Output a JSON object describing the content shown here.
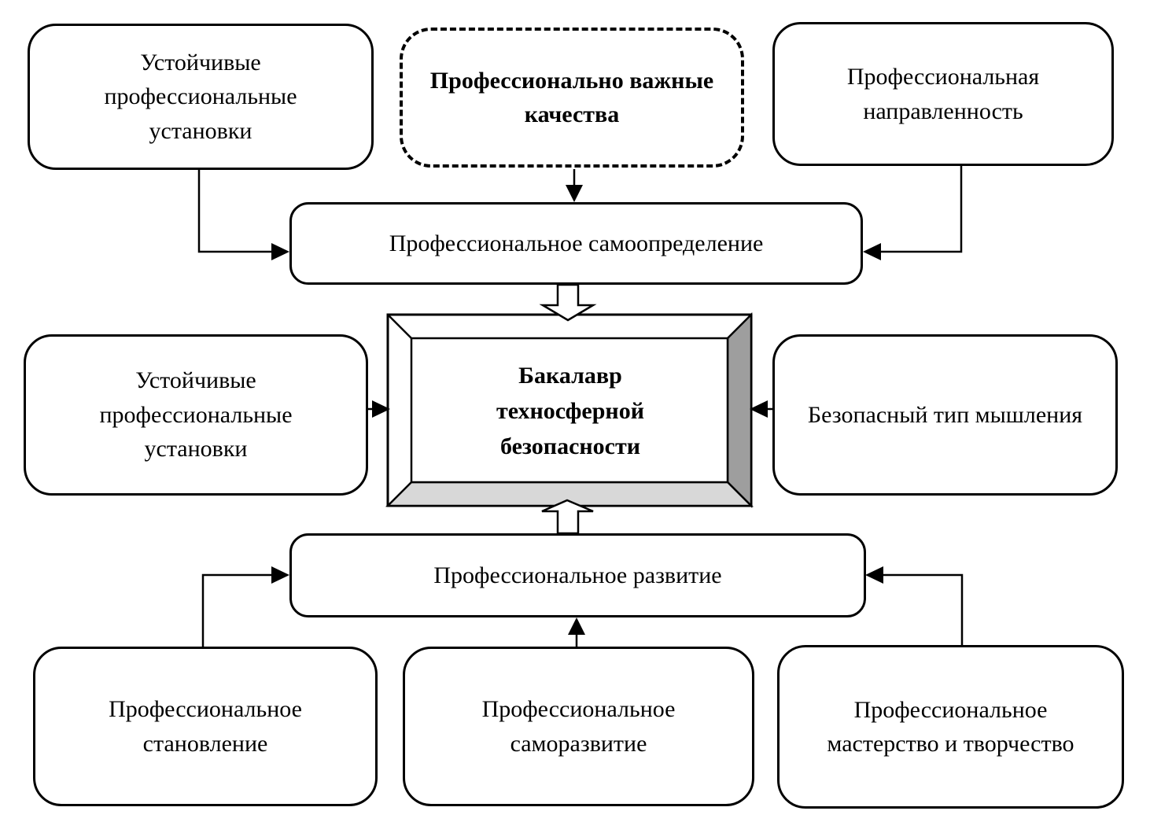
{
  "nodes": {
    "top_left": {
      "label": "Устойчивые профессиональные установки"
    },
    "important_qualities": {
      "label": "Профессионально важные качества"
    },
    "orientation": {
      "label": "Профессиональная направленность"
    },
    "self_determination": {
      "label": "Профессиональное самоопределение"
    },
    "bachelor": {
      "lines": [
        "Бакалавр",
        "техносферной",
        "безопасности"
      ]
    },
    "stable_attitudes": {
      "label": "Устойчивые профессиональные установки"
    },
    "safe_thinking": {
      "label": "Безопасный тип мышления"
    },
    "development": {
      "label": "Профессиональное развитие"
    },
    "formation": {
      "label": "Профессиональное становление"
    },
    "self_development": {
      "label": "Профессиональное саморазвитие"
    },
    "mastery": {
      "label": "Профессиональное мастерство и творчество"
    }
  },
  "colors": {
    "background": "#ffffff",
    "node_fill": "#ffffff",
    "stroke": "#000000",
    "bevel_right": "#9e9e9e",
    "bevel_bottom": "#d8d8d8"
  }
}
